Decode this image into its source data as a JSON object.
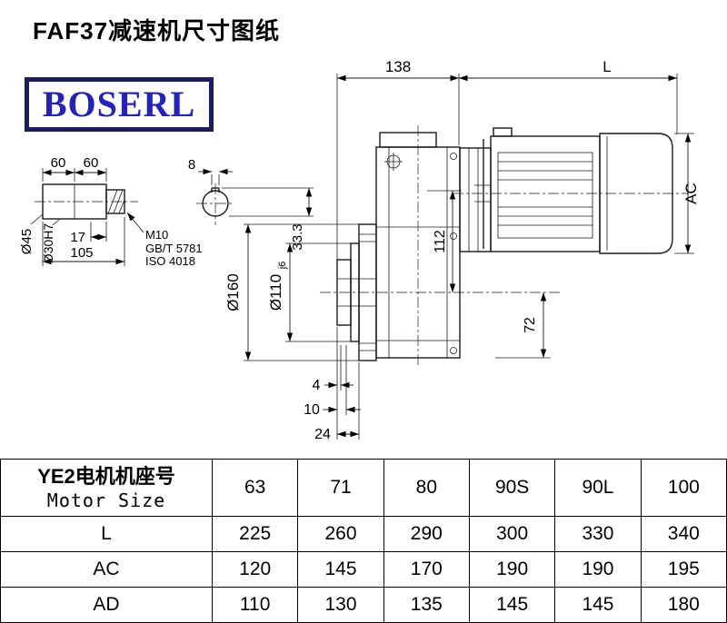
{
  "title": "FAF37减速机尺寸图纸",
  "logo": "BOSERL",
  "drawing": {
    "dim_138": "138",
    "dim_L": "L",
    "dim_AC": "AC",
    "dim_112": "112",
    "dim_72": "72",
    "dim_d160": "Ø160",
    "dim_d110": "Ø110",
    "dim_d110_tol": "j6",
    "dim_4": "4",
    "dim_10": "10",
    "dim_24": "24",
    "shaft": {
      "dim_60a": "60",
      "dim_60b": "60",
      "dim_17": "17",
      "dim_105": "105",
      "dim_d45": "Ø45",
      "dim_d30": "Ø30H7",
      "thread": "M10",
      "std1": "GB/T 5781",
      "std2": "ISO 4018",
      "dim_8": "8",
      "dim_333": "33.3"
    }
  },
  "table": {
    "header": {
      "cn": "YE2电机机座号",
      "en": "Motor Size"
    },
    "columns": [
      "63",
      "71",
      "80",
      "90S",
      "90L",
      "100"
    ],
    "rows": [
      {
        "label": "L",
        "values": [
          "225",
          "260",
          "290",
          "300",
          "330",
          "340"
        ]
      },
      {
        "label": "AC",
        "values": [
          "120",
          "145",
          "170",
          "190",
          "190",
          "195"
        ]
      },
      {
        "label": "AD",
        "values": [
          "110",
          "130",
          "135",
          "145",
          "145",
          "180"
        ]
      }
    ]
  }
}
